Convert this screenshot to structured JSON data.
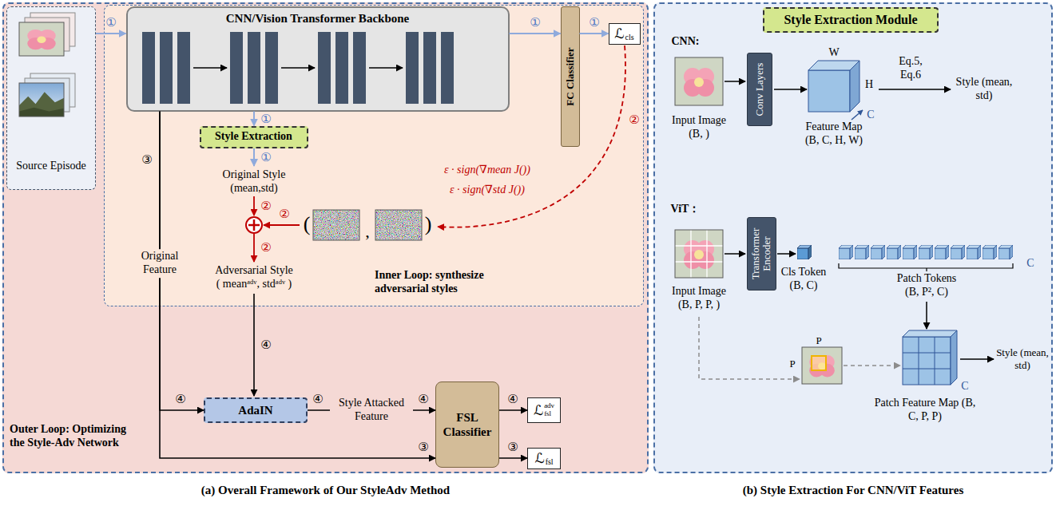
{
  "diagram": {
    "nodes": [
      {
        "text": [
          "Outer Loop: Optimizing the Style-Adv Network",
          "(a) Overall Framework of Our StyleAdv Method"
        ]
      },
      {
        "text": [
          "Source Episode"
        ],
        "in": 0
      },
      {
        "text": [
          "Inner Loop: synthesize adversarial styles"
        ],
        "in": 0
      },
      {
        "text": [
          "CNN/Vision Transformer Backbone"
        ],
        "in": 2
      },
      {
        "text": [
          "FC Classifier"
        ],
        "in": 2
      },
      {
        "text": [
          "ℒ",
          "cls"
        ],
        "in": 2
      },
      {
        "text": [
          "Style Extraction"
        ],
        "in": 2
      },
      {
        "text": [
          "AdaIN"
        ],
        "in": 0
      },
      {
        "text": [
          "FSL Classifier"
        ],
        "in": 0
      },
      {
        "text": [
          "ℒ",
          "fsl",
          "adv"
        ],
        "in": 0
      },
      {
        "text": [
          "ℒ",
          "fsl"
        ],
        "in": 0
      },
      {
        "text": [
          "(b) Style Extraction For CNN/ViT Features"
        ]
      },
      {
        "text": [
          "Style Extraction Module"
        ],
        "in": 11
      },
      {
        "text": [
          "Conv Layers"
        ],
        "in": 11
      },
      {
        "text": [
          "Transformer Encoder"
        ],
        "in": 11
      }
    ],
    "edges": [
      {
        "from": 1,
        "to": 3,
        "arrow": "to"
      },
      {
        "from": 3,
        "to": 4,
        "arrow": "to"
      },
      {
        "from": 4,
        "to": 5,
        "arrow": "to"
      },
      {
        "from": 3,
        "to": 6,
        "arrow": "to"
      },
      {
        "from": 3,
        "to": 7,
        "arrow": "to"
      },
      {
        "from": 3,
        "to": 8,
        "arrow": "to"
      },
      {
        "from": 7,
        "to": 8,
        "label": "Style Attacked Feature",
        "arrow": "to"
      },
      {
        "from": 8,
        "to": 9,
        "arrow": "to"
      },
      {
        "from": 8,
        "to": 10,
        "arrow": "to"
      }
    ],
    "labels": [
      "①",
      "①",
      "①",
      "①",
      "③",
      "①",
      "Original Style (mean,std)",
      "②",
      "②",
      "(",
      ",",
      ")",
      "ε · sign(∇mean J())",
      "ε · sign(∇std J())",
      "②",
      "②",
      "Adversarial Style ( meanᵃᵈᵛ, stdᵃᵈᵛ )",
      "Original Feature",
      "④",
      "④",
      "④",
      "④",
      "④",
      "③",
      "③",
      "CNN:",
      "W",
      "Input Image (B, )",
      "Feature Map (B, C, H, W)",
      "H",
      "Eq.5, Eq.6",
      "Style (mean, std)",
      "C",
      "ViT：",
      "Input Image (B, P, P, )",
      "Cls Token (B, C)",
      "Patch Tokens (B, P², C)",
      "C",
      "P",
      "P",
      "Style (mean, std)",
      "Patch Feature Map (B, C, P, P)",
      "C"
    ]
  }
}
